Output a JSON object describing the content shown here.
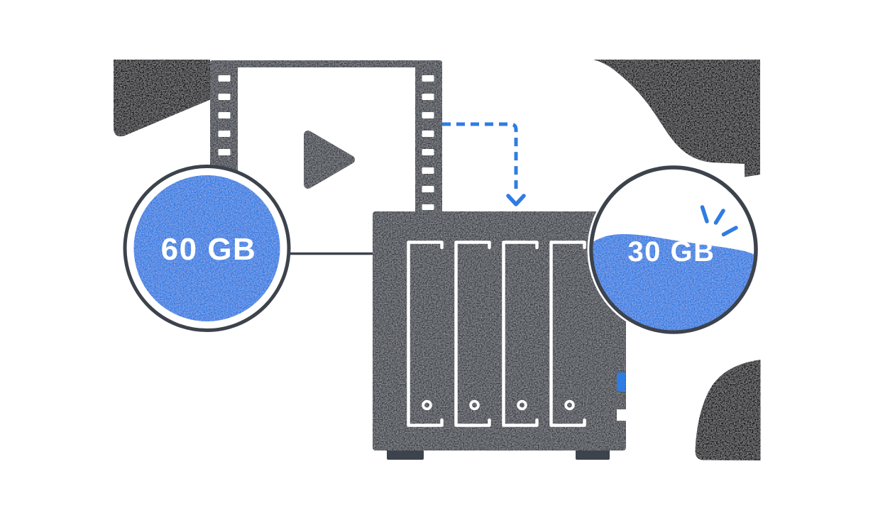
{
  "illustration": {
    "description": "Video file compressed from 60 GB to 30 GB when stored on a 4-bay NAS",
    "source_circle": {
      "label": "60 GB"
    },
    "dest_circle": {
      "label": "30 GB",
      "fill_level": "about half full with wavy waterline"
    },
    "icons": {
      "film_strip": "film-strip-icon",
      "play": "play-triangle-icon",
      "nas": "nas-4bay-device-icon",
      "drive_lock": "drive-lock-circle-icon",
      "status_led": "blue-status-led",
      "transfer_arrow": "dashed-transfer-arrow-icon",
      "shine": "shine-sparkle-icon",
      "connector": "connector-line"
    }
  },
  "colors": {
    "dark": "#3d434c",
    "blob": "#17191c",
    "blue": "#2f7ce2",
    "white": "#ffffff"
  }
}
